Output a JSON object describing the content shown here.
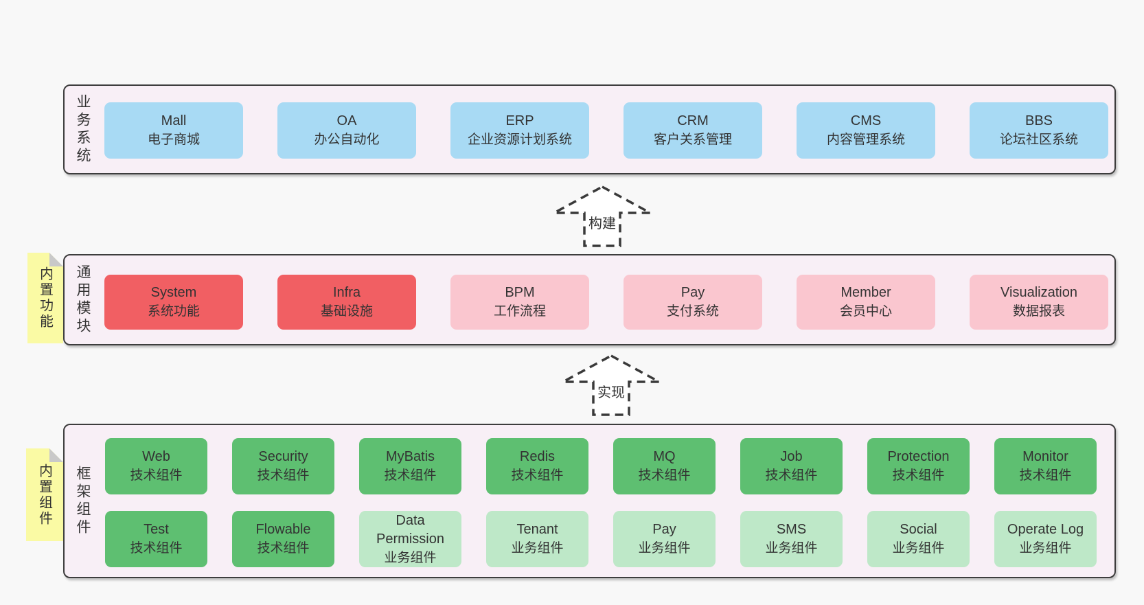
{
  "diagram": {
    "arrows": {
      "build": "构建",
      "implement": "实现"
    },
    "notes": {
      "common": "内置功能",
      "framework": "内置组件"
    },
    "layers": {
      "business": {
        "side_label": "业务系统",
        "boxes": [
          {
            "name": "Mall",
            "desc": "电子商城"
          },
          {
            "name": "OA",
            "desc": "办公自动化"
          },
          {
            "name": "ERP",
            "desc": "企业资源计划系统"
          },
          {
            "name": "CRM",
            "desc": "客户关系管理"
          },
          {
            "name": "CMS",
            "desc": "内容管理系统"
          },
          {
            "name": "BBS",
            "desc": "论坛社区系统"
          }
        ]
      },
      "common": {
        "side_label": "通用模块",
        "boxes": [
          {
            "name": "System",
            "desc": "系统功能"
          },
          {
            "name": "Infra",
            "desc": "基础设施"
          },
          {
            "name": "BPM",
            "desc": "工作流程"
          },
          {
            "name": "Pay",
            "desc": "支付系统"
          },
          {
            "name": "Member",
            "desc": "会员中心"
          },
          {
            "name": "Visualization",
            "desc": "数据报表"
          }
        ]
      },
      "framework": {
        "side_label": "框架组件",
        "row1": [
          {
            "name": "Web",
            "desc": "技术组件"
          },
          {
            "name": "Security",
            "desc": "技术组件"
          },
          {
            "name": "MyBatis",
            "desc": "技术组件"
          },
          {
            "name": "Redis",
            "desc": "技术组件"
          },
          {
            "name": "MQ",
            "desc": "技术组件"
          },
          {
            "name": "Job",
            "desc": "技术组件"
          },
          {
            "name": "Protection",
            "desc": "技术组件"
          },
          {
            "name": "Monitor",
            "desc": "技术组件"
          }
        ],
        "row2": [
          {
            "name": "Test",
            "desc": "技术组件"
          },
          {
            "name": "Flowable",
            "desc": "技术组件"
          },
          {
            "name": "Data Permission",
            "desc": "业务组件"
          },
          {
            "name": "Tenant",
            "desc": "业务组件"
          },
          {
            "name": "Pay",
            "desc": "业务组件"
          },
          {
            "name": "SMS",
            "desc": "业务组件"
          },
          {
            "name": "Social",
            "desc": "业务组件"
          },
          {
            "name": "Operate Log",
            "desc": "业务组件"
          }
        ]
      }
    },
    "colors": {
      "page_bg": "#f8f8f8",
      "panel_bg": "#f8eff6",
      "panel_border": "#3d3d3d",
      "box_blue": "#a8daf4",
      "box_red": "#f15f63",
      "box_pink": "#fac6cf",
      "box_green": "#5ebf71",
      "box_green_light": "#bee8c8",
      "note_yellow": "#fafaa4",
      "note_fold": "#c9c9c9",
      "text": "#333333"
    }
  }
}
